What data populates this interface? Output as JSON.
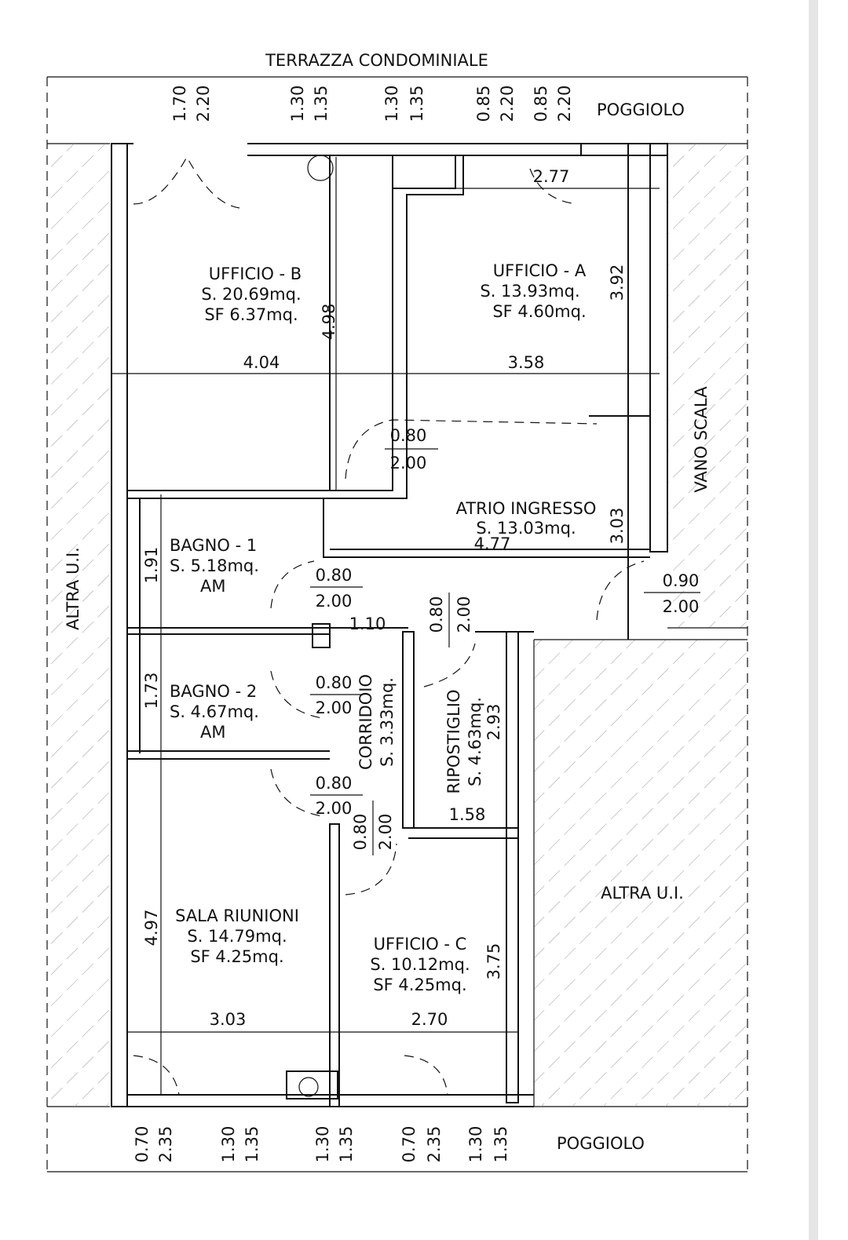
{
  "outside": {
    "top": "TERRAZZA CONDOMINIALE",
    "balcony_top": "POGGIOLO",
    "balcony_bottom": "POGGIOLO",
    "left": "ALTRA U.I.",
    "right_bottom": "ALTRA U.I.",
    "stair": "VANO SCALA"
  },
  "windows_top": [
    [
      "1.70",
      "2.20"
    ],
    [
      "1.30",
      "1.35"
    ],
    [
      "1.30",
      "1.35"
    ],
    [
      "0.85",
      "2.20"
    ],
    [
      "0.85",
      "2.20"
    ]
  ],
  "windows_bottom": [
    [
      "0.70",
      "2.35"
    ],
    [
      "1.30",
      "1.35"
    ],
    [
      "1.30",
      "1.35"
    ],
    [
      "0.70",
      "2.35"
    ],
    [
      "1.30",
      "1.35"
    ]
  ],
  "rooms": {
    "ufficio_b": {
      "name": "UFFICIO - B",
      "area": "S. 20.69mq.",
      "sf": "SF 6.37mq.",
      "width": "4.04",
      "depth": "4.98"
    },
    "ufficio_a": {
      "name": "UFFICIO - A",
      "area": "S. 13.93mq.",
      "sf": "SF 4.60mq.",
      "width": "3.58",
      "depth": "3.92",
      "extra": "2.77"
    },
    "atrio": {
      "name": "ATRIO INGRESSO",
      "area": "S. 13.03mq.",
      "width": "4.77",
      "depth": "3.03"
    },
    "bagno1": {
      "name": "BAGNO - 1",
      "area": "S. 5.18mq.",
      "note": "AM",
      "depth": "1.91"
    },
    "bagno2": {
      "name": "BAGNO - 2",
      "area": "S. 4.67mq.",
      "note": "AM",
      "depth": "1.73"
    },
    "corridoio": {
      "name": "CORRIDOIO",
      "area": "S. 3.33mq.",
      "width": "1.10"
    },
    "ripostiglio": {
      "name": "RIPOSTIGLIO",
      "area": "S. 4.63mq.",
      "depth": "2.93",
      "width": "1.58"
    },
    "sala": {
      "name": "SALA RIUNIONI",
      "area": "S. 14.79mq.",
      "sf": "SF 4.25mq.",
      "width": "3.03",
      "depth": "4.97"
    },
    "ufficio_c": {
      "name": "UFFICIO - C",
      "area": "S. 10.12mq.",
      "sf": "SF 4.25mq.",
      "width": "2.70",
      "depth": "3.75"
    }
  },
  "doors": {
    "atrio_a": [
      "0.80",
      "2.00"
    ],
    "bagno1": [
      "0.80",
      "2.00"
    ],
    "entrance": [
      "0.90",
      "2.00"
    ],
    "ripostiglio": [
      "0.80",
      "2.00"
    ],
    "bagno2": [
      "0.80",
      "2.00"
    ],
    "sala": [
      "0.80",
      "2.00"
    ],
    "ufficio_c": [
      "0.80",
      "2.00"
    ]
  }
}
